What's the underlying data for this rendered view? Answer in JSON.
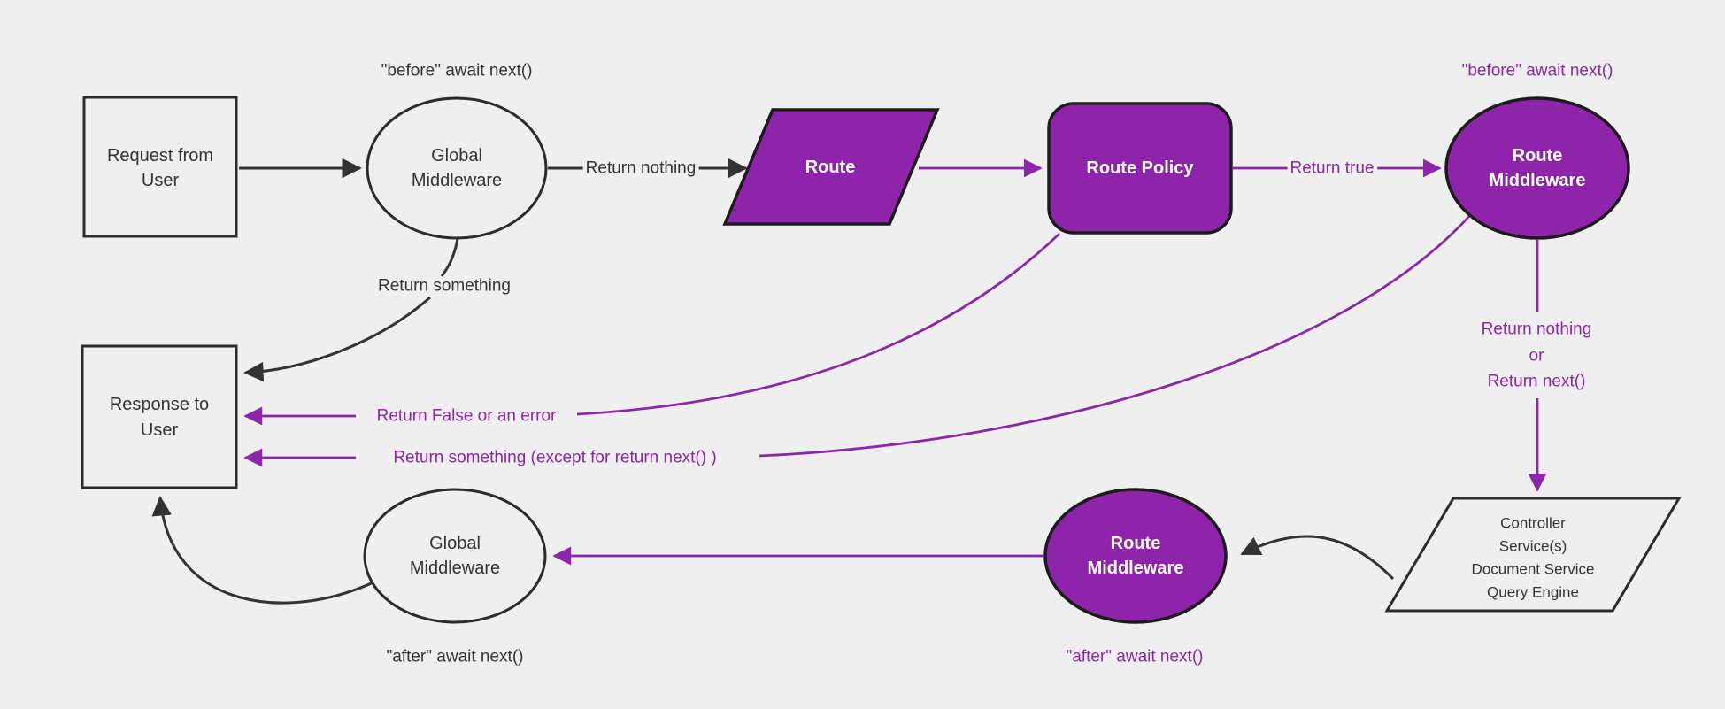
{
  "diagram": {
    "colors": {
      "background": "#efefef",
      "purple_fill": "#8e24aa",
      "purple_stroke": "#8b27a8",
      "dark_stroke": "#333333",
      "node_border": "#2b2b2b",
      "white_text": "#ffffff"
    },
    "nodes": {
      "request": {
        "lines": [
          "Request from",
          "User"
        ]
      },
      "global_middleware_top": {
        "lines": [
          "Global",
          "Middleware"
        ]
      },
      "route": {
        "label": "Route"
      },
      "route_policy": {
        "label": "Route Policy"
      },
      "route_middleware_top": {
        "lines": [
          "Route",
          "Middleware"
        ]
      },
      "controller_services": {
        "lines": [
          "Controller",
          "Service(s)",
          "Document Service",
          "Query Engine"
        ]
      },
      "route_middleware_bottom": {
        "lines": [
          "Route",
          "Middleware"
        ]
      },
      "global_middleware_bottom": {
        "lines": [
          "Global",
          "Middleware"
        ]
      },
      "response": {
        "lines": [
          "Response to",
          "User"
        ]
      }
    },
    "labels": {
      "before_await_next_global": "\"before\" await next()",
      "before_await_next_route": "\"before\" await next()",
      "after_await_next_route": "\"after\" await next()",
      "after_await_next_global": "\"after\" await next()",
      "return_nothing": "Return nothing",
      "return_true": "Return true",
      "return_nothing_or": [
        "Return nothing",
        "or",
        "Return next()"
      ],
      "return_something": "Return something",
      "return_false_or_error": "Return False or an error",
      "return_something_except": "Return something (except for return next() )"
    }
  }
}
